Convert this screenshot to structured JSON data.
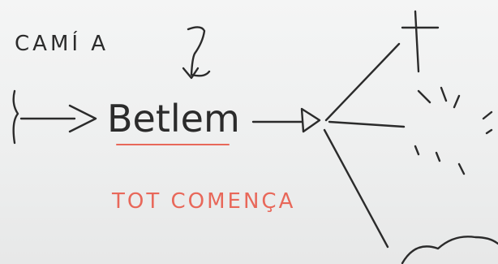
{
  "board": {
    "background": "#f1f2f2",
    "ink_black": "#2b2b2b",
    "ink_red": "#e8685a"
  },
  "labels": {
    "top_left": "CAMÍ A",
    "center_word": "Betlem",
    "red_caption": "TOT COMENÇA"
  }
}
